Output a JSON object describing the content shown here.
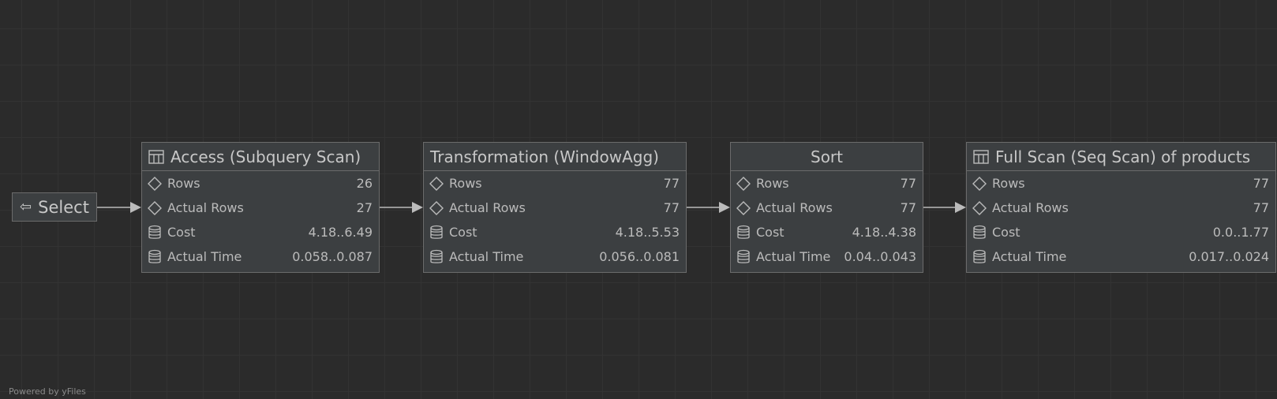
{
  "select_node": {
    "icon": "select-arrow-icon",
    "label": "Select"
  },
  "nodes": [
    {
      "title": "Access (Subquery Scan)",
      "icon": "table-icon",
      "rows": [
        {
          "icon": "diamond-icon",
          "label": "Rows",
          "value": "26"
        },
        {
          "icon": "diamond-icon",
          "label": "Actual Rows",
          "value": "27"
        },
        {
          "icon": "database-icon",
          "label": "Cost",
          "value": "4.18..6.49"
        },
        {
          "icon": "database-icon",
          "label": "Actual Time",
          "value": "0.058..0.087"
        }
      ]
    },
    {
      "title": "Transformation (WindowAgg)",
      "rows": [
        {
          "icon": "diamond-icon",
          "label": "Rows",
          "value": "77"
        },
        {
          "icon": "diamond-icon",
          "label": "Actual Rows",
          "value": "77"
        },
        {
          "icon": "database-icon",
          "label": "Cost",
          "value": "4.18..5.53"
        },
        {
          "icon": "database-icon",
          "label": "Actual Time",
          "value": "0.056..0.081"
        }
      ]
    },
    {
      "title": "Sort",
      "rows": [
        {
          "icon": "diamond-icon",
          "label": "Rows",
          "value": "77"
        },
        {
          "icon": "diamond-icon",
          "label": "Actual Rows",
          "value": "77"
        },
        {
          "icon": "database-icon",
          "label": "Cost",
          "value": "4.18..4.38"
        },
        {
          "icon": "database-icon",
          "label": "Actual Time",
          "value": "0.04..0.043"
        }
      ]
    },
    {
      "title": "Full Scan (Seq Scan) of products",
      "icon": "table-icon",
      "rows": [
        {
          "icon": "diamond-icon",
          "label": "Rows",
          "value": "77"
        },
        {
          "icon": "diamond-icon",
          "label": "Actual Rows",
          "value": "77"
        },
        {
          "icon": "database-icon",
          "label": "Cost",
          "value": "0.0..1.77"
        },
        {
          "icon": "database-icon",
          "label": "Actual Time",
          "value": "0.017..0.024"
        }
      ]
    }
  ],
  "footer": "Powered by yFiles",
  "colors": {
    "background": "#2b2b2b",
    "node_fill": "#3c3f41",
    "node_border": "#6b6b6b",
    "edge": "#bbbbbb",
    "text": "#bbbbbb"
  }
}
